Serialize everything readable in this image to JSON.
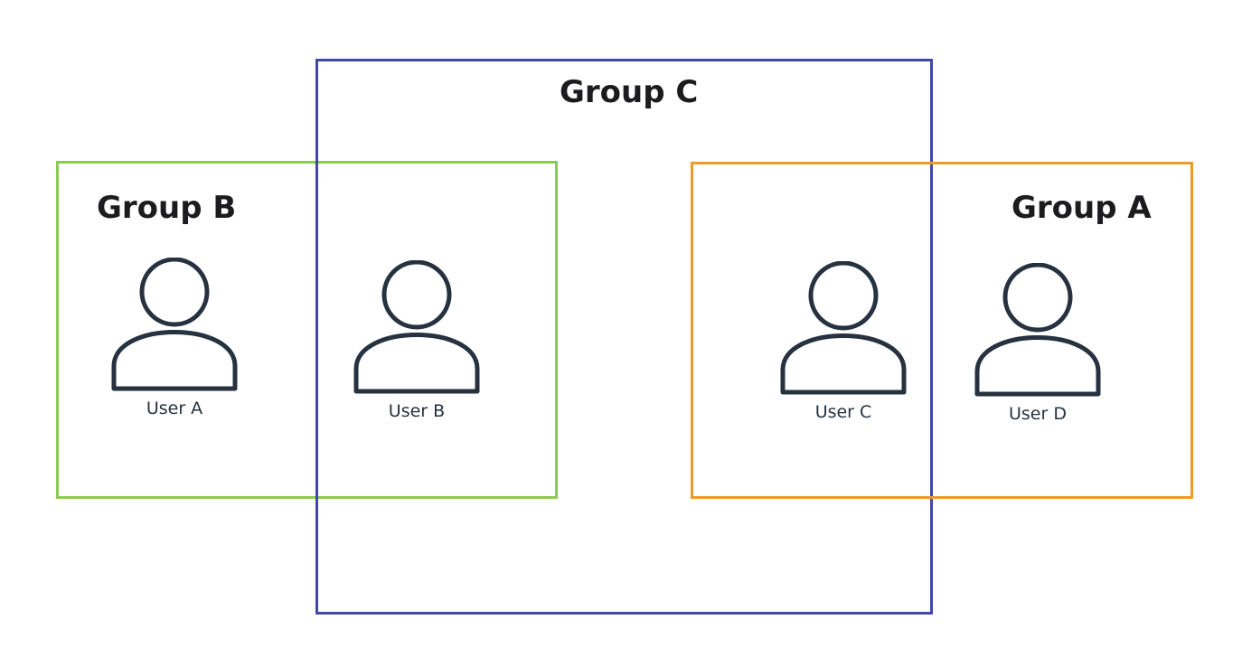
{
  "groups": {
    "group_b": {
      "title": "Group B",
      "color": "#8ccb52"
    },
    "group_c": {
      "title": "Group C",
      "color": "#3f4aa4"
    },
    "group_a": {
      "title": "Group A",
      "color": "#ee9a27"
    }
  },
  "users": {
    "user_a": {
      "label": "User A",
      "icon": "person-icon"
    },
    "user_b": {
      "label": "User B",
      "icon": "person-icon"
    },
    "user_c": {
      "label": "User C",
      "icon": "person-icon"
    },
    "user_d": {
      "label": "User D",
      "icon": "person-icon"
    }
  },
  "icon_color": "#263240"
}
